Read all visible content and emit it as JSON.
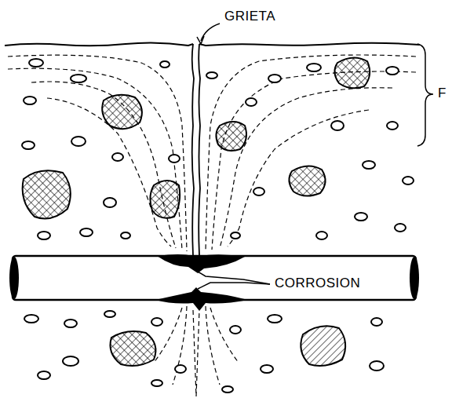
{
  "diagram": {
    "labels": [
      "GRIETA",
      "CORROSION",
      "F"
    ]
  }
}
